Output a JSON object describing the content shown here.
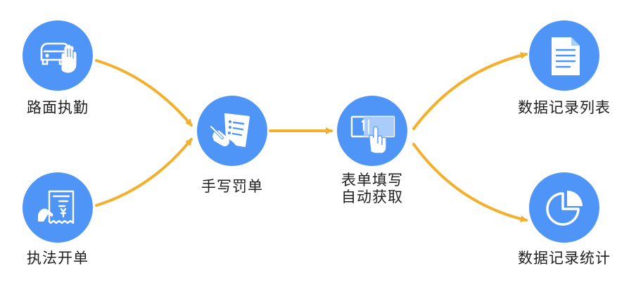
{
  "nodes": {
    "road_enforcement": {
      "label": "路面执勤",
      "icon": "car-stop-hand-icon"
    },
    "enforcement_ticket": {
      "label": "执法开单",
      "icon": "receipt-hand-icon"
    },
    "handwritten_fine": {
      "label": "手写罚单",
      "icon": "handwriting-form-icon"
    },
    "auto_fill": {
      "line1": "表单填写",
      "line2": "自动获取",
      "icon": "touch-form-icon"
    },
    "data_list": {
      "label": "数据记录列表",
      "icon": "document-list-icon"
    },
    "data_stats": {
      "label": "数据记录统计",
      "icon": "pie-chart-icon"
    }
  },
  "colors": {
    "node_fill": "#4f95f7",
    "arrow": "#f3b02d",
    "icon_line": "#ffffff",
    "icon_accent": "#a9ccfb",
    "label_text": "#1f1f1f"
  }
}
